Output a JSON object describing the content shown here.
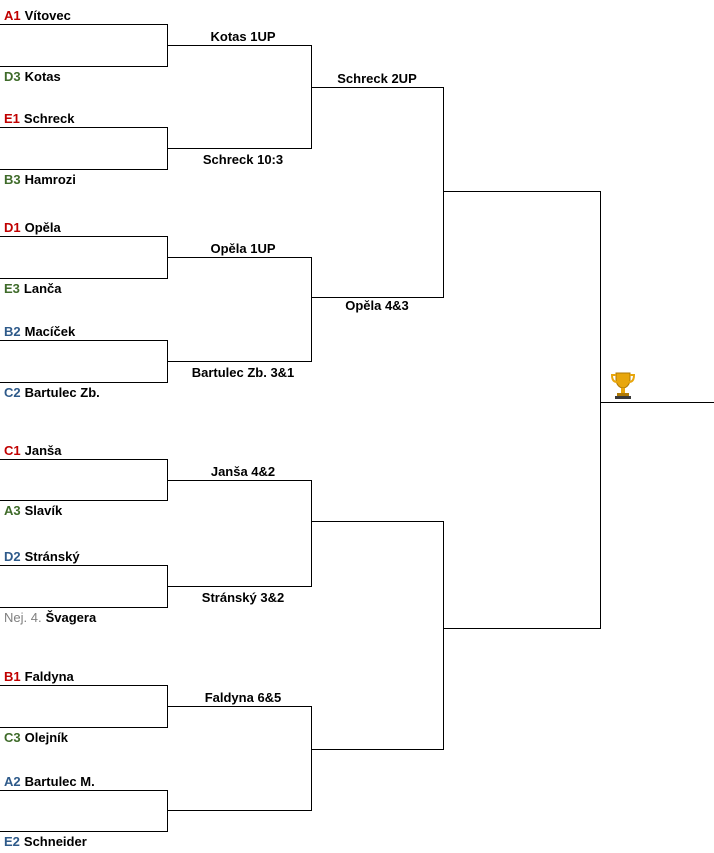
{
  "colors": {
    "A": "#c00000",
    "B": "#2e5a8a",
    "C": "#c00000",
    "D": "#c00000",
    "E": "#c00000",
    "seed_red": "#c00000",
    "seed_green": "#3f6b2a",
    "seed_blue": "#2e5a8a",
    "seed_gray": "#808080",
    "trophy": "#e8a60c"
  },
  "round1": [
    {
      "seed": "A1",
      "name": "Vítovec",
      "seed_color": "#c00000"
    },
    {
      "seed": "D3",
      "name": "Kotas",
      "seed_color": "#3f6b2a"
    },
    {
      "seed": "E1",
      "name": "Schreck",
      "seed_color": "#c00000"
    },
    {
      "seed": "B3",
      "name": "Hamrozi",
      "seed_color": "#3f6b2a"
    },
    {
      "seed": "D1",
      "name": "Opěla",
      "seed_color": "#c00000"
    },
    {
      "seed": "E3",
      "name": "Lanča",
      "seed_color": "#3f6b2a"
    },
    {
      "seed": "B2",
      "name": "Macíček",
      "seed_color": "#2e5a8a"
    },
    {
      "seed": "C2",
      "name": "Bartulec Zb.",
      "seed_color": "#2e5a8a"
    },
    {
      "seed": "C1",
      "name": "Janša",
      "seed_color": "#c00000"
    },
    {
      "seed": "A3",
      "name": "Slavík",
      "seed_color": "#3f6b2a"
    },
    {
      "seed": "D2",
      "name": "Stránský",
      "seed_color": "#2e5a8a"
    },
    {
      "seed": "Nej. 4.",
      "name": "Švagera",
      "seed_color": "#808080"
    },
    {
      "seed": "B1",
      "name": "Faldyna",
      "seed_color": "#c00000"
    },
    {
      "seed": "C3",
      "name": "Olejník",
      "seed_color": "#3f6b2a"
    },
    {
      "seed": "A2",
      "name": "Bartulec M.",
      "seed_color": "#2e5a8a"
    },
    {
      "seed": "E2",
      "name": "Schneider",
      "seed_color": "#2e5a8a"
    }
  ],
  "round2": [
    "Kotas 1UP",
    "Schreck 10:3",
    "Opěla 1UP",
    "Bartulec Zb. 3&1",
    "Janša 4&2",
    "Stránský 3&2",
    "Faldyna 6&5",
    ""
  ],
  "round3": [
    "Schreck 2UP",
    "Opěla 4&3",
    "",
    ""
  ],
  "round4": [
    "",
    ""
  ],
  "icons": {
    "champion": "trophy-icon"
  }
}
